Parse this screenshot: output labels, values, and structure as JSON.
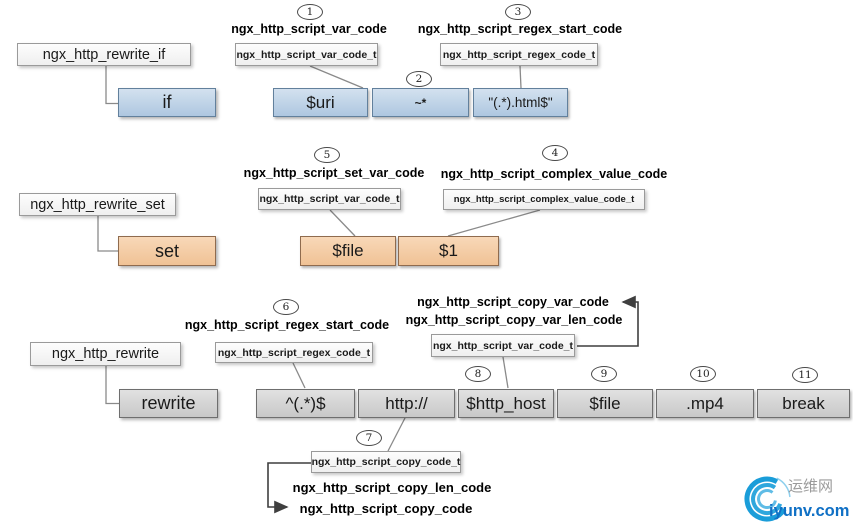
{
  "colors": {
    "blue_fill": "#bdd7ee",
    "orange_fill": "#f3c9a4",
    "gray_fill": "#d9d9d9",
    "line_gray": "#8a8a8a",
    "logo_blue": "#1a9dd9",
    "logo_domain_blue": "#1070c5",
    "logo_cn_gray": "#9b9b9b"
  },
  "sections": {
    "if": {
      "module": "ngx_http_rewrite_if",
      "directive": "if",
      "badge1": "1",
      "header1": "ngx_http_script_var_code",
      "label1": "ngx_http_script_var_code_t",
      "badge2": "2",
      "badge3": "3",
      "header3": "ngx_http_script_regex_start_code",
      "label3": "ngx_http_script_regex_code_t",
      "cells": [
        "$uri",
        "~*",
        "\"(.*).html$\""
      ]
    },
    "set": {
      "module": "ngx_http_rewrite_set",
      "directive": "set",
      "badge5": "5",
      "header5": "ngx_http_script_set_var_code",
      "label5": "ngx_http_script_var_code_t",
      "badge4": "4",
      "header4": "ngx_http_script_complex_value_code",
      "label4": "ngx_http_script_complex_value_code_t",
      "cells": [
        "$file",
        "$1"
      ]
    },
    "rewrite": {
      "module": "ngx_http_rewrite",
      "directive": "rewrite",
      "badge6": "6",
      "header6": "ngx_http_script_regex_start_code",
      "label6": "ngx_http_script_regex_code_t",
      "copy_var_header1": "ngx_http_script_copy_var_code",
      "copy_var_header2": "ngx_http_script_copy_var_len_code",
      "label8": "ngx_http_script_var_code_t",
      "badge7": "7",
      "label7": "ngx_http_script_copy_code_t",
      "copy_header1": "ngx_http_script_copy_len_code",
      "copy_header2": "ngx_http_script_copy_code",
      "badge8": "8",
      "badge9": "9",
      "badge10": "10",
      "badge11": "11",
      "cells": [
        "^(.*)$",
        "http://",
        "$http_host",
        "$file",
        ".mp4",
        "break"
      ]
    }
  },
  "logo": {
    "cn": "运维网",
    "domain": "iyunv.com"
  }
}
